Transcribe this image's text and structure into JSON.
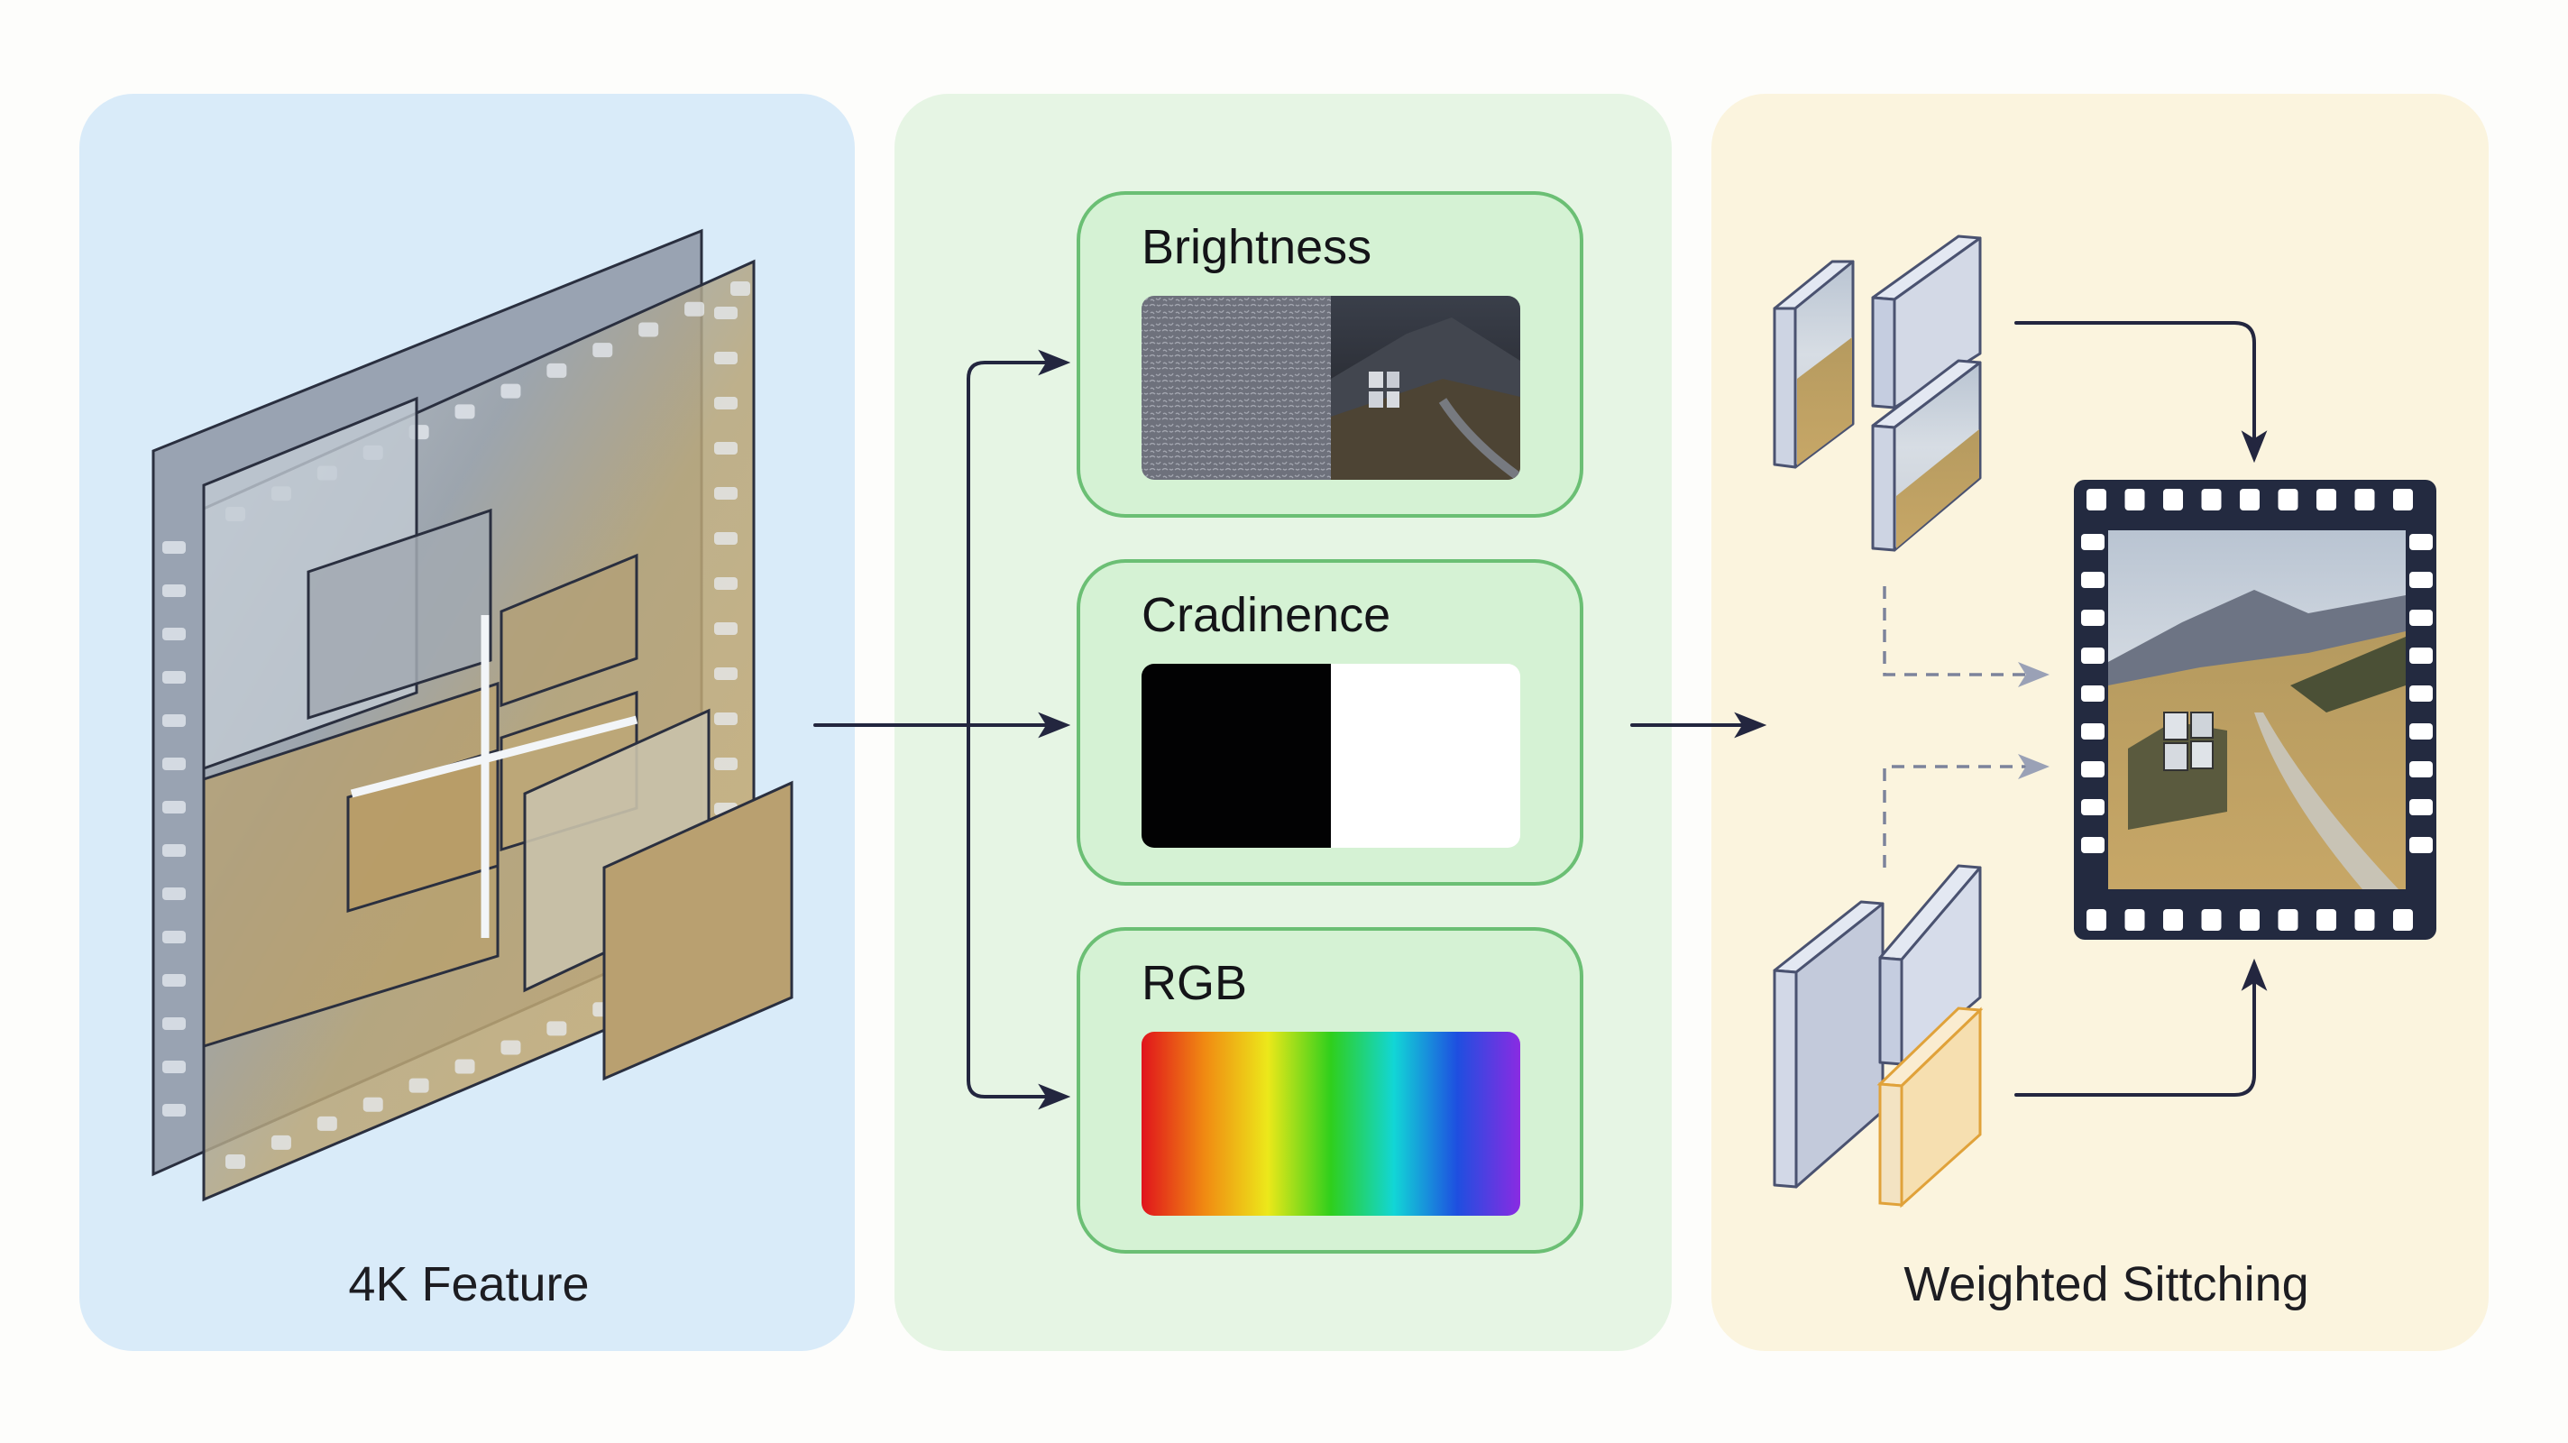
{
  "panels": {
    "left": {
      "label": "4K Feature",
      "color": "#d9ebf9"
    },
    "middle": {
      "label": "",
      "color": "#e6f5e4"
    },
    "right": {
      "label": "Weighted Sittching",
      "color": "#fbf4de"
    }
  },
  "feature_cards": [
    {
      "title": "Brightness",
      "preview": "noise-and-darkened-landscape"
    },
    {
      "title": "Cradinence",
      "preview": "black-white-split"
    },
    {
      "title": "RGB",
      "preview": "rainbow-spectrum"
    }
  ],
  "colors": {
    "card_border": "#6bbf74",
    "card_fill": "#d5f2d4",
    "arrow": "#23263f",
    "dashed_arrow": "#8e95ab",
    "film_frame": "#232a40",
    "highlight_block": "#f6dfb0",
    "highlight_block_edge": "#e0a23a",
    "block_fill": "#cfd6e6"
  },
  "spectrum_stops": [
    "#e0141c",
    "#f08a12",
    "#ece81a",
    "#2fcf1c",
    "#12d6d6",
    "#1e4fe0",
    "#8a2be2"
  ]
}
